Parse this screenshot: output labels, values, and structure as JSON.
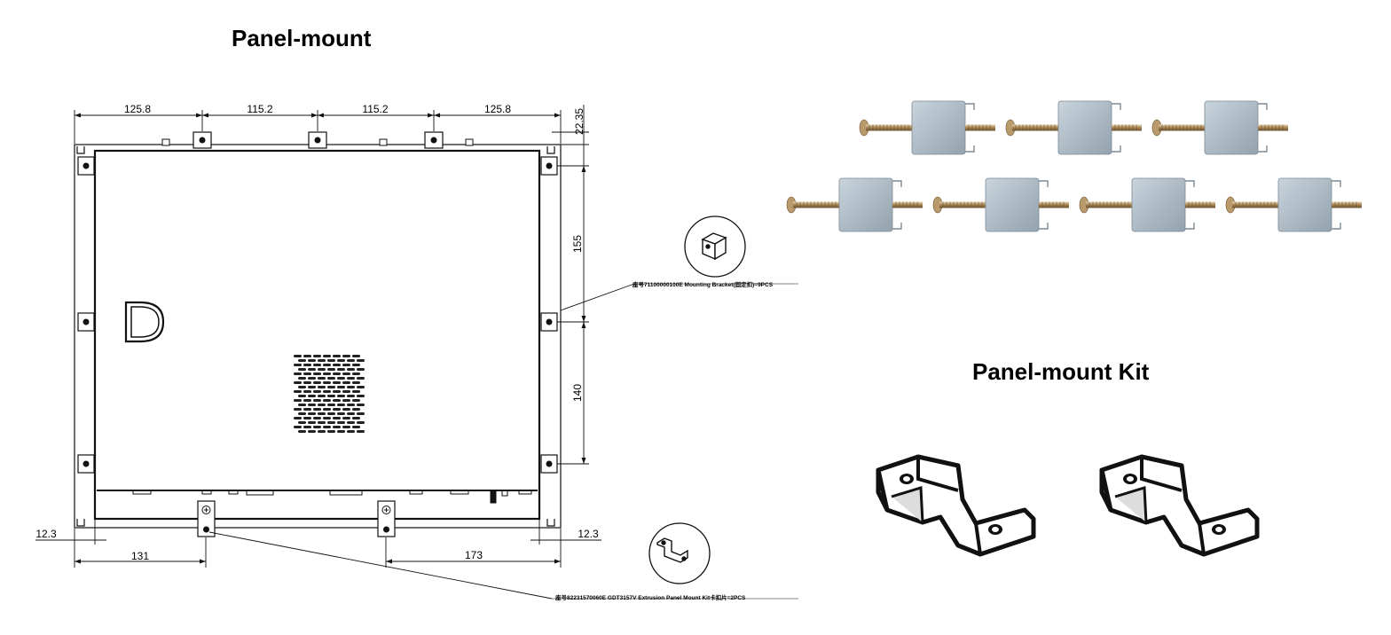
{
  "titles": {
    "panel_mount": "Panel-mount",
    "panel_mount_kit": "Panel-mount Kit"
  },
  "dimensions": {
    "top": [
      "125.8",
      "115.2",
      "115.2",
      "125.8"
    ],
    "top_right": "22.35",
    "right": [
      "155",
      "140"
    ],
    "bottom_left_margin": "12.3",
    "bottom_right_margin": "12.3",
    "bottom_left": "131",
    "bottom_right": "173"
  },
  "callouts": {
    "bracket_note": "座号71100000100E Mounting Bracket(固定扣)=9PCS",
    "kit_note": "座号82231570060E GDT3157V Extrusion Panel Mount Kit卡扣片=2PCS"
  },
  "kit": {
    "screw_bracket_count": 7,
    "z_bracket_count": 2
  }
}
